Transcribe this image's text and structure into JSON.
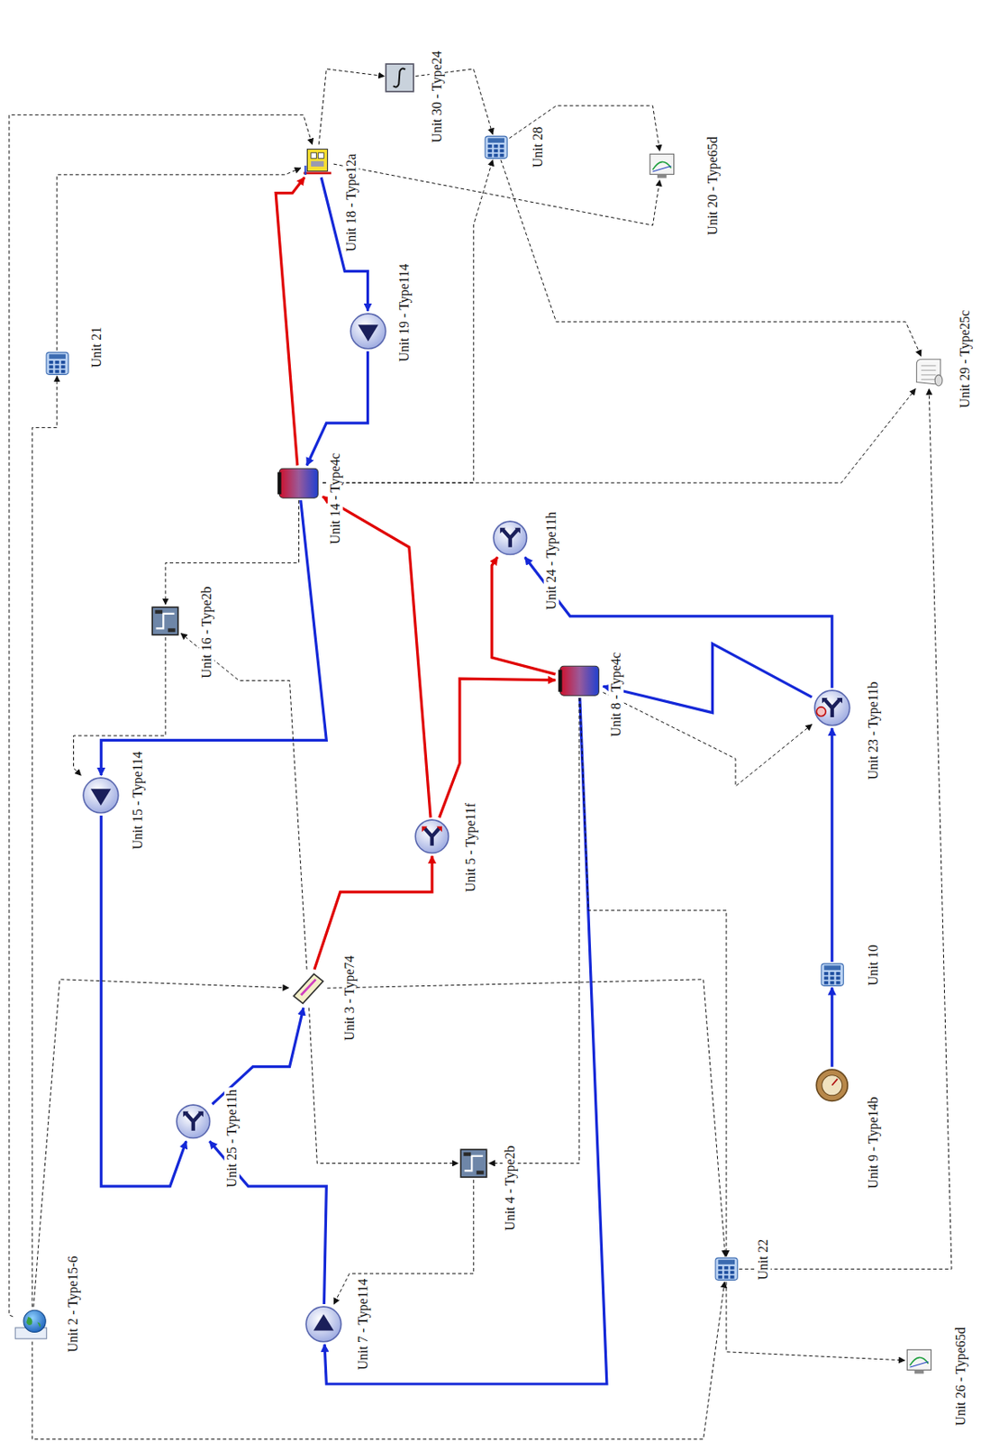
{
  "diagram": {
    "nodes": [
      {
        "text": [
          "Unit 2 - Type15-6"
        ]
      },
      {
        "text": [
          "Unit 3 - Type74"
        ]
      },
      {
        "text": [
          "Unit 4 - Type2b"
        ]
      },
      {
        "text": [
          "Unit 5 - Type11f"
        ]
      },
      {
        "text": [
          "Unit 7 - Type114"
        ]
      },
      {
        "text": [
          "Unit 8 - Type4c"
        ]
      },
      {
        "text": [
          "Unit 9 - Type14b"
        ]
      },
      {
        "text": [
          "Unit 10"
        ]
      },
      {
        "text": [
          "Unit 14 - Type4c"
        ]
      },
      {
        "text": [
          "Unit 15 - Type114"
        ]
      },
      {
        "text": [
          "Unit 16 - Type2b"
        ]
      },
      {
        "text": [
          "Unit 18 - Type12a"
        ]
      },
      {
        "text": [
          "Unit 19 - Type114"
        ]
      },
      {
        "text": [
          "Unit 20 - Type65d"
        ]
      },
      {
        "text": [
          "Unit 21"
        ]
      },
      {
        "text": [
          "Unit 22"
        ]
      },
      {
        "text": [
          "Unit 23 - Type11b"
        ]
      },
      {
        "text": [
          "Unit 24 - Type11h"
        ]
      },
      {
        "text": [
          "Unit 25 - Type11h"
        ]
      },
      {
        "text": [
          "Unit 26 - Type65d"
        ]
      },
      {
        "text": [
          "Unit 28"
        ]
      },
      {
        "text": [
          "Unit 29 - Type25c"
        ]
      },
      {
        "text": [
          "Unit 30 - Type24"
        ]
      }
    ],
    "edges": [
      {
        "from": 6,
        "to": 7,
        "arrow": "to"
      },
      {
        "from": 7,
        "to": 16,
        "arrow": "to"
      },
      {
        "from": 16,
        "to": 17,
        "arrow": "to"
      },
      {
        "from": 16,
        "to": 5,
        "arrow": "to"
      },
      {
        "from": 5,
        "to": 17,
        "arrow": "to"
      },
      {
        "from": 3,
        "to": 5,
        "arrow": "to"
      },
      {
        "from": 1,
        "to": 3,
        "arrow": "to"
      },
      {
        "from": 3,
        "to": 8,
        "arrow": "to"
      },
      {
        "from": 8,
        "to": 11,
        "arrow": "to"
      },
      {
        "from": 11,
        "to": 12,
        "arrow": "to"
      },
      {
        "from": 12,
        "to": 8,
        "arrow": "to"
      },
      {
        "from": 8,
        "to": 9,
        "arrow": "to"
      },
      {
        "from": 9,
        "to": 18,
        "arrow": "to"
      },
      {
        "from": 5,
        "to": 4,
        "arrow": "to"
      },
      {
        "from": 4,
        "to": 18,
        "arrow": "to"
      },
      {
        "from": 18,
        "to": 1,
        "arrow": "to"
      },
      {
        "from": 0,
        "to": 14,
        "arrow": "to"
      },
      {
        "from": 14,
        "to": 11,
        "arrow": "to"
      },
      {
        "from": 0,
        "to": 11,
        "arrow": "to"
      },
      {
        "from": 0,
        "to": 1,
        "arrow": "to"
      },
      {
        "from": 0,
        "to": 15,
        "arrow": "to"
      },
      {
        "from": 1,
        "to": 2,
        "arrow": "to"
      },
      {
        "from": 1,
        "to": 15,
        "arrow": "to"
      },
      {
        "from": 2,
        "to": 4,
        "arrow": "to"
      },
      {
        "from": 5,
        "to": 2,
        "arrow": "to"
      },
      {
        "from": 5,
        "to": 16,
        "arrow": "to"
      },
      {
        "from": 5,
        "to": 15,
        "arrow": "to"
      },
      {
        "from": 8,
        "to": 10,
        "arrow": "to"
      },
      {
        "from": 10,
        "to": 9,
        "arrow": "to"
      },
      {
        "from": 1,
        "to": 10,
        "arrow": "to"
      },
      {
        "from": 8,
        "to": 21,
        "arrow": "to"
      },
      {
        "from": 8,
        "to": 20,
        "arrow": "to"
      },
      {
        "from": 11,
        "to": 22,
        "arrow": "to"
      },
      {
        "from": 22,
        "to": 20,
        "arrow": "to"
      },
      {
        "from": 20,
        "to": 13,
        "arrow": "to"
      },
      {
        "from": 20,
        "to": 21,
        "arrow": "to"
      },
      {
        "from": 11,
        "to": 13,
        "arrow": "to"
      },
      {
        "from": 15,
        "to": 19,
        "arrow": "to"
      },
      {
        "from": 15,
        "to": 21,
        "arrow": "to"
      }
    ]
  }
}
